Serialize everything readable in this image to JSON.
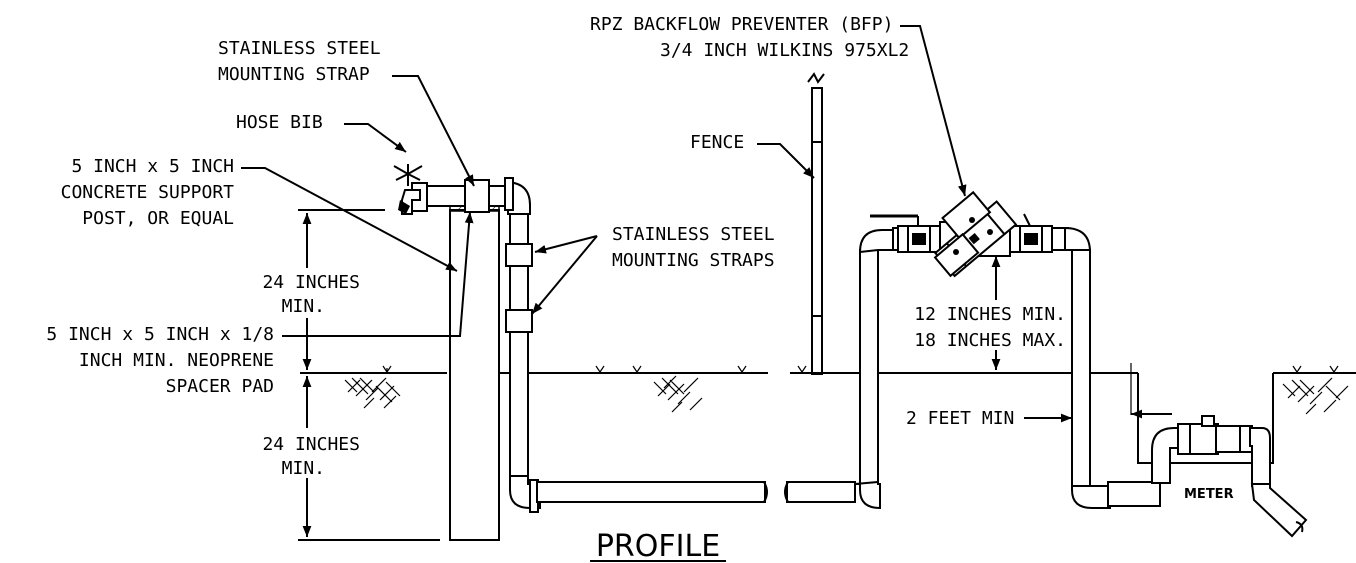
{
  "labels": {
    "bfp_line1": "RPZ BACKFLOW PREVENTER (BFP)",
    "bfp_line2": "3/4 INCH WILKINS 975XL2",
    "strap_line1": "STAINLESS STEEL",
    "strap_line2": "MOUNTING STRAP",
    "hose_bib": "HOSE BIB",
    "fence": "FENCE",
    "post_line1": "5 INCH x 5 INCH",
    "post_line2": "CONCRETE SUPPORT",
    "post_line3": "POST, OR EQUAL",
    "straps_line1": "STAINLESS STEEL",
    "straps_line2": "MOUNTING STRAPS",
    "above_grade_line1": "24 INCHES",
    "above_grade_line2": "MIN.",
    "pad_line1": "5 INCH x 5 INCH x 1/8",
    "pad_line2": "INCH MIN. NEOPRENE",
    "pad_line3": "SPACER PAD",
    "bfp_height_line1": "12 INCHES MIN.",
    "bfp_height_line2": "18 INCHES MAX.",
    "below_grade_line1": "24 INCHES",
    "below_grade_line2": "MIN.",
    "clearance": "2 FEET MIN",
    "meter": "METER",
    "title": "PROFILE"
  }
}
